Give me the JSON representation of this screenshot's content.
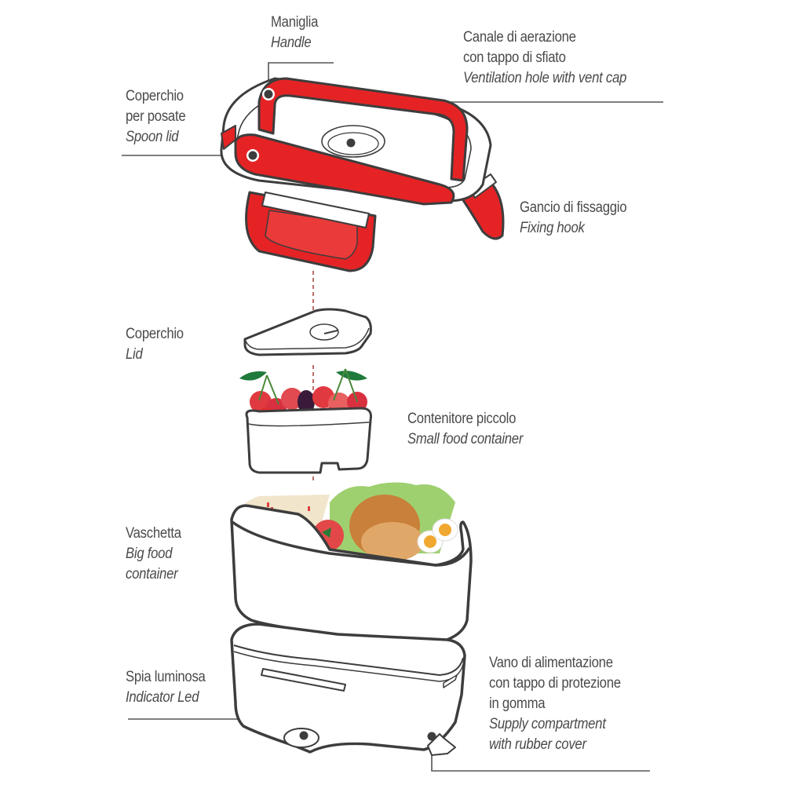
{
  "colors": {
    "accent_red": "#e52325",
    "outline": "#3d3d3d",
    "leader_line": "#555555",
    "dash_line": "#a0302a",
    "text": "#4a4a4a",
    "background": "#ffffff"
  },
  "labels": {
    "handle": {
      "it": "Maniglia",
      "en": "Handle"
    },
    "vent": {
      "it_line1": "Canale di aerazione",
      "it_line2": "con tappo di sfiato",
      "en": "Ventilation hole with vent cap"
    },
    "spoon_lid": {
      "it_line1": "Coperchio",
      "it_line2": "per posate",
      "en": "Spoon lid"
    },
    "fixing_hook": {
      "it": "Gancio di fissaggio",
      "en": "Fixing hook"
    },
    "lid": {
      "it": "Coperchio",
      "en": "Lid"
    },
    "small_container": {
      "it": "Contenitore piccolo",
      "en": "Small food container"
    },
    "big_container": {
      "it": "Vaschetta",
      "en_line1": "Big food",
      "en_line2": "container"
    },
    "indicator_led": {
      "it": "Spia luminosa",
      "en": "Indicator Led"
    },
    "supply": {
      "it_line1": "Vano di alimentazione",
      "it_line2": "con tappo di protezione",
      "it_line3": "in gomma",
      "en_line1": "Supply compartment",
      "en_line2": "with rubber cover"
    }
  },
  "components": [
    "outer-lid-with-handle",
    "small-container-lid",
    "small-food-container-with-berries",
    "big-food-container-with-rice-chicken-salad",
    "heating-base"
  ]
}
